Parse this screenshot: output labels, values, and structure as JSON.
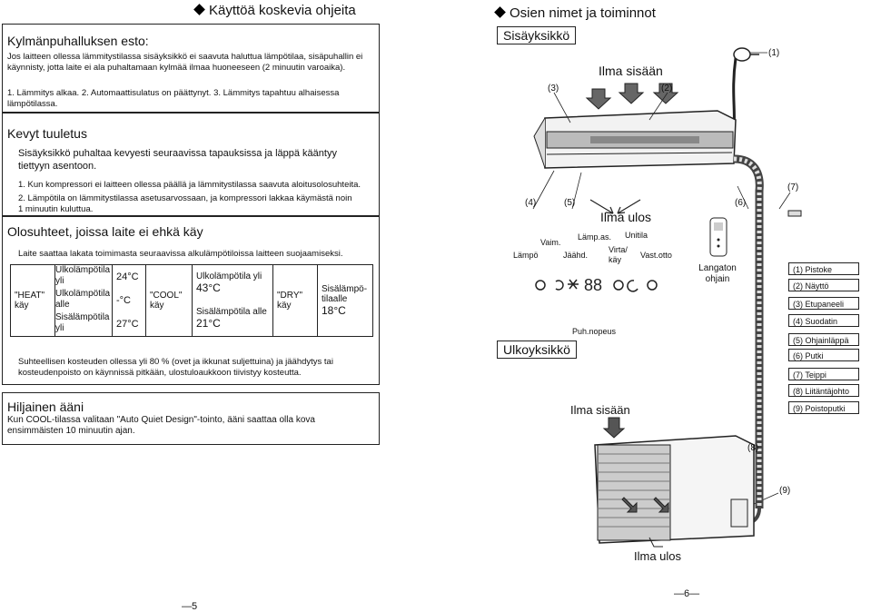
{
  "left": {
    "header": "Käyttöä koskevia ohjeita",
    "box1": {
      "title": "Kylmänpuhalluksen esto:",
      "text": "Jos laitteen ollessa lämmitystilassa sisäyksikkö ei saavuta haluttua lämpötilaa, sisäpuhallin ei käynnisty, jotta laite ei ala puhaltamaan kylmää ilmaa huoneeseen (2 minuutin varoaika).",
      "steps": "1. Lämmitys alkaa. 2. Automaattisulatus on päättynyt. 3. Lämmitys tapahtuu alhaisessa lämpötilassa."
    },
    "box2": {
      "title": "Kevyt tuuletus",
      "intro": "Sisäyksikkö puhaltaa kevyesti seuraavissa tapauksissa ja läppä kääntyy tiettyyn asentoon.",
      "item1": "1. Kun kompressori ei laitteen ollessa päällä ja lämmitystilassa saavuta aloitusolosuhteita.",
      "item2": "2. Lämpötila on lämmitystilassa asetusarvossaan, ja kompressori lakkaa käymästä noin 1 minuutin kuluttua."
    },
    "box3": {
      "title": "Olosuhteet, joissa laite ei ehkä käy",
      "intro": "Laite saattaa lakata toimimasta seuraavissa alkulämpötiloissa laitteen suojaamiseksi.",
      "heat_mode": "\"HEAT\" käy",
      "heat_rows": [
        {
          "label": "Ulkolämpötila yli",
          "value": "24°C"
        },
        {
          "label": "Ulkolämpötila alle",
          "value": "-°C"
        },
        {
          "label": "Sisälämpötila yli",
          "value": "27°C"
        }
      ],
      "cool_mode": "\"COOL\" käy",
      "cool_rows": [
        {
          "label": "Ulkolämpötila yli",
          "value": "43°C"
        },
        {
          "label": "Sisälämpötila alle",
          "value": "21°C"
        }
      ],
      "dry_mode": "\"DRY\" käy",
      "dry_label": "Sisälämpö-tilaalle",
      "dry_value": "18°C",
      "footer": "Suhteellisen kosteuden ollessa yli 80 % (ovet ja ikkunat suljettuina) ja jäähdytys tai kosteudenpoisto on käynnissä pitkään, ulostuloaukkoon tiivistyy kosteutta."
    },
    "box4": {
      "title": "Hiljainen ääni",
      "text": "Kun COOL-tilassa valitaan \"Auto Quiet Design\"-tointo, ääni saattaa olla kova ensimmäisten 10 minuutin ajan."
    },
    "page_number": "5"
  },
  "right": {
    "header": "Osien nimet ja toiminnot",
    "indoor_label": "Sisäyksikkö",
    "outdoor_label": "Ulkoyksikkö",
    "air_in_top": "Ilma sisään",
    "air_out": "Ilma ulos",
    "air_in_outdoor": "Ilma sisään",
    "air_out_outdoor": "Ilma ulos",
    "callouts": [
      "(1)",
      "(2)",
      "(3)",
      "(4)",
      "(5)",
      "(6)",
      "(7)",
      "(8)",
      "(9)"
    ],
    "display_labels": {
      "lampo": "Lämpö",
      "vaim": "Vaim.",
      "lamp_as": "Lämp.as.",
      "jaahd": "Jäähd.",
      "unitila": "Unitila",
      "virta": "Virta/ käy",
      "vast_otto": "Vast.otto",
      "puh_nopeus": "Puh.nopeus"
    },
    "remote_label": "Langaton ohjain",
    "legend": [
      "(1)  Pistoke",
      "(2)  Näyttö",
      "(3)  Etupaneeli",
      "(4)  Suodatin",
      "(5)  Ohjainläppä",
      "(6)  Putki",
      "(7)  Teippi",
      "(8)  Liitäntäjohto",
      "(9)  Poistoputki"
    ],
    "page_number": "6"
  }
}
